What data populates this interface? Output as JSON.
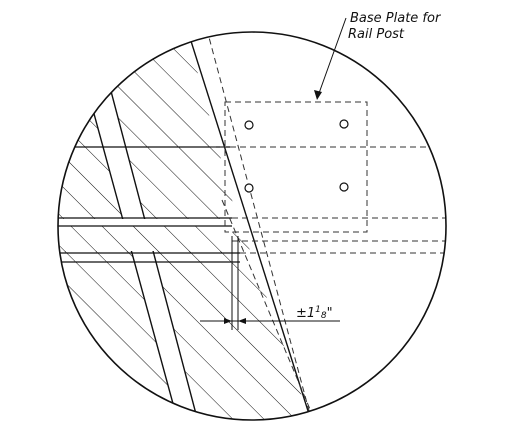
{
  "callout": {
    "line1": "Base Plate for",
    "line2": "Rail Post"
  },
  "dimension": {
    "prefix": "±1",
    "frac_num": "1",
    "frac_den": "8",
    "suffix": "\""
  },
  "colors": {
    "ink": "#111111",
    "dashed": "#333333",
    "background": "#ffffff"
  }
}
